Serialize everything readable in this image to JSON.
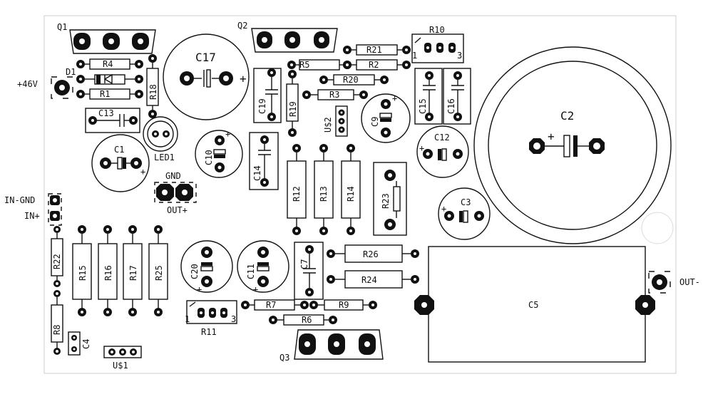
{
  "power_label": "+46V",
  "labels": {
    "in_gnd": "IN-GND",
    "in_plus": "IN+",
    "gnd": "GND",
    "out_plus": "OUT+",
    "out_minus": "OUT-",
    "led": "LED1",
    "us2": "U$2",
    "us1": "U$1",
    "pin1": "1",
    "pin3": "3"
  },
  "components": {
    "Q1": "Q1",
    "Q2": "Q2",
    "Q3": "Q3",
    "D1": "D1",
    "R1": "R1",
    "R2": "R2",
    "R3": "R3",
    "R4": "R4",
    "R5": "R5",
    "R6": "R6",
    "R7": "R7",
    "R8": "R8",
    "R9": "R9",
    "R10": "R10",
    "R11": "R11",
    "R12": "R12",
    "R13": "R13",
    "R14": "R14",
    "R15": "R15",
    "R16": "R16",
    "R17": "R17",
    "R18": "R18",
    "R19": "R19",
    "R20": "R20",
    "R21": "R21",
    "R22": "R22",
    "R23": "R23",
    "R24": "R24",
    "R25": "R25",
    "R26": "R26",
    "C1": "C1",
    "C2": "C2",
    "C3": "C3",
    "C4": "C4",
    "C5": "C5",
    "C7": "C7",
    "C9": "C9",
    "C10": "C10",
    "C11": "C11",
    "C12": "C12",
    "C13": "C13",
    "C14": "C14",
    "C15": "C15",
    "C16": "C16",
    "C17": "C17",
    "C19": "C19",
    "C20": "C20"
  },
  "plus_sign": "+"
}
